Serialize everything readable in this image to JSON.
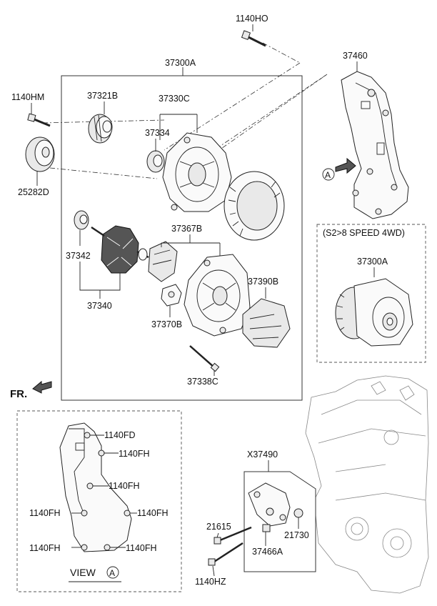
{
  "labels": {
    "bolt_top": "1140HO",
    "alt_assy": "37300A",
    "bracket": "37460",
    "bolt_left": "1140HM",
    "pulley": "37321B",
    "frame": "37330C",
    "bearing_front": "37334",
    "idler": "25282D",
    "rotor_bearing": "37342",
    "rear_frame": "37367B",
    "rotor": "37340",
    "regulator": "37370B",
    "cover": "37390B",
    "through_bolt": "37338C",
    "variant_title": "(S2>8 SPEED 4WD)",
    "variant_assy": "37300A",
    "kit": "X37490",
    "bolt_a": "21615",
    "nut": "21730",
    "bushing": "37466A",
    "bolt_b": "1140HZ",
    "fd": "1140FD",
    "fh1": "1140FH",
    "fh2": "1140FH",
    "fh3": "1140FH",
    "fh4": "1140FH",
    "fh5": "1140FH",
    "fh6": "1140FH",
    "view": "VIEW",
    "view_marker": "A",
    "ref_marker": "A",
    "front": "FR."
  }
}
